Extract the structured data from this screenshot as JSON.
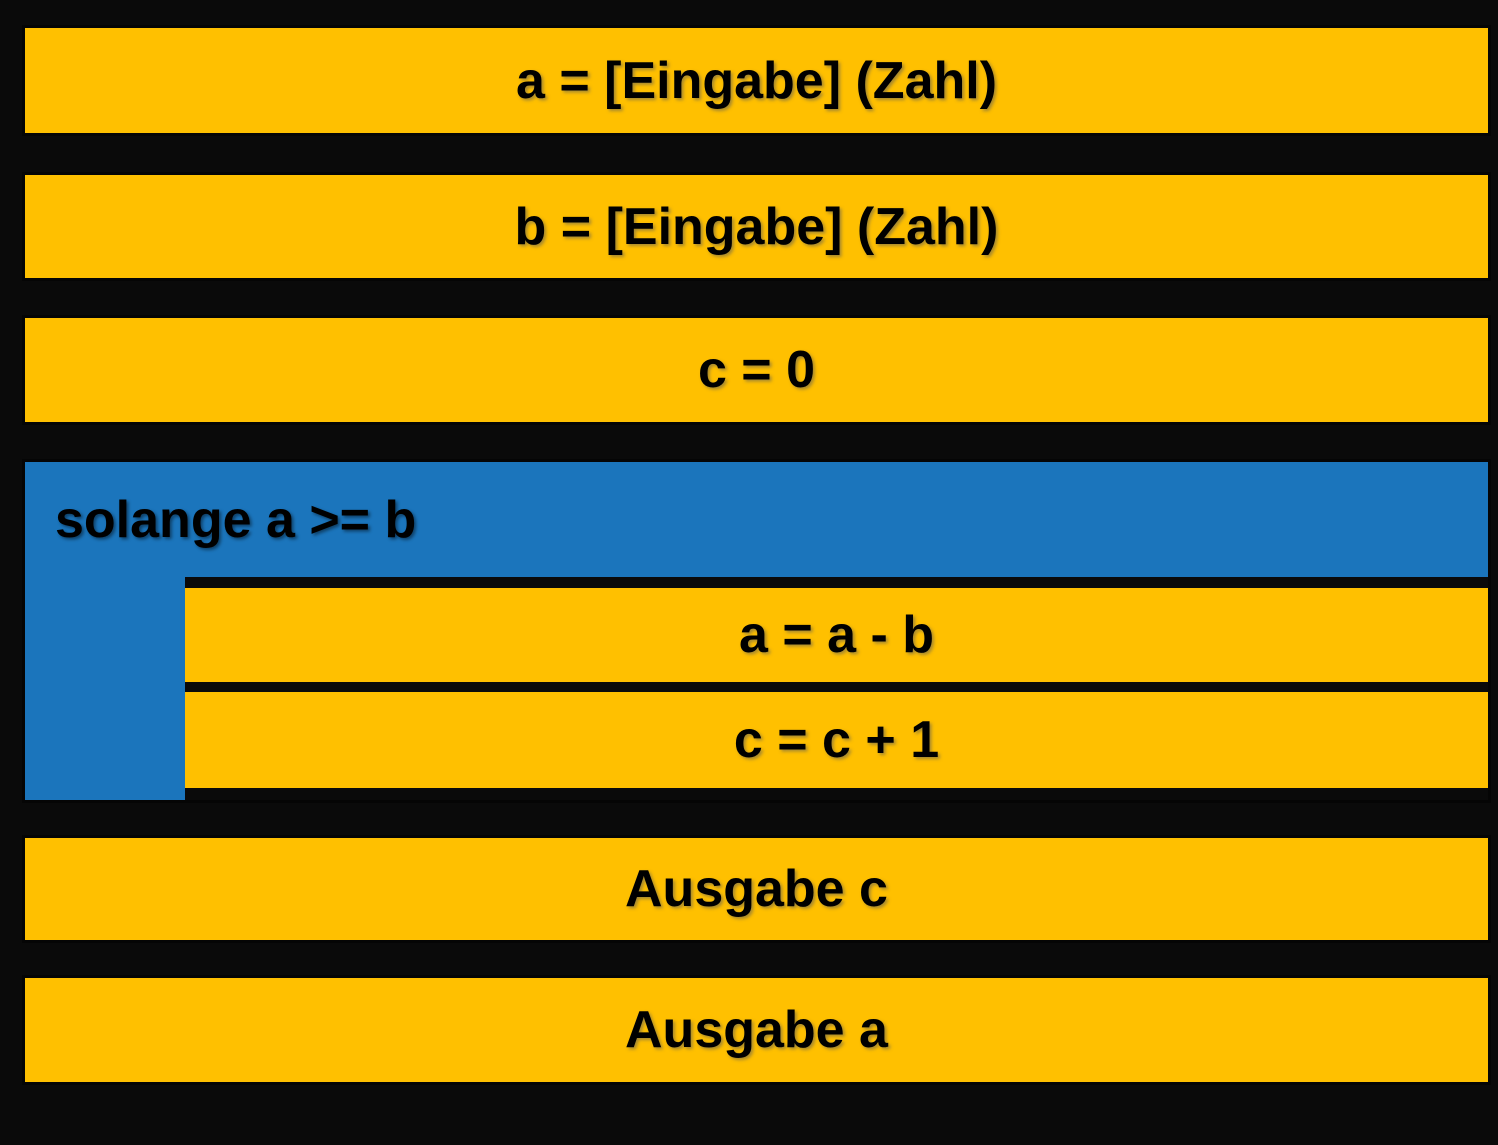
{
  "diagram_type": "nassi-shneiderman-structogram",
  "colors": {
    "background": "#0a0a0a",
    "block_fill": "#FFC000",
    "loop_fill": "#1B75BC",
    "text": "#000000"
  },
  "blocks": {
    "input_a": "a = [Eingabe] (Zahl)",
    "input_b": "b = [Eingabe] (Zahl)",
    "init_c": "c = 0",
    "loop_condition": "solange a >= b",
    "loop_body_1": "a = a - b",
    "loop_body_2": "c = c + 1",
    "output_c": "Ausgabe c",
    "output_a": "Ausgabe a"
  }
}
